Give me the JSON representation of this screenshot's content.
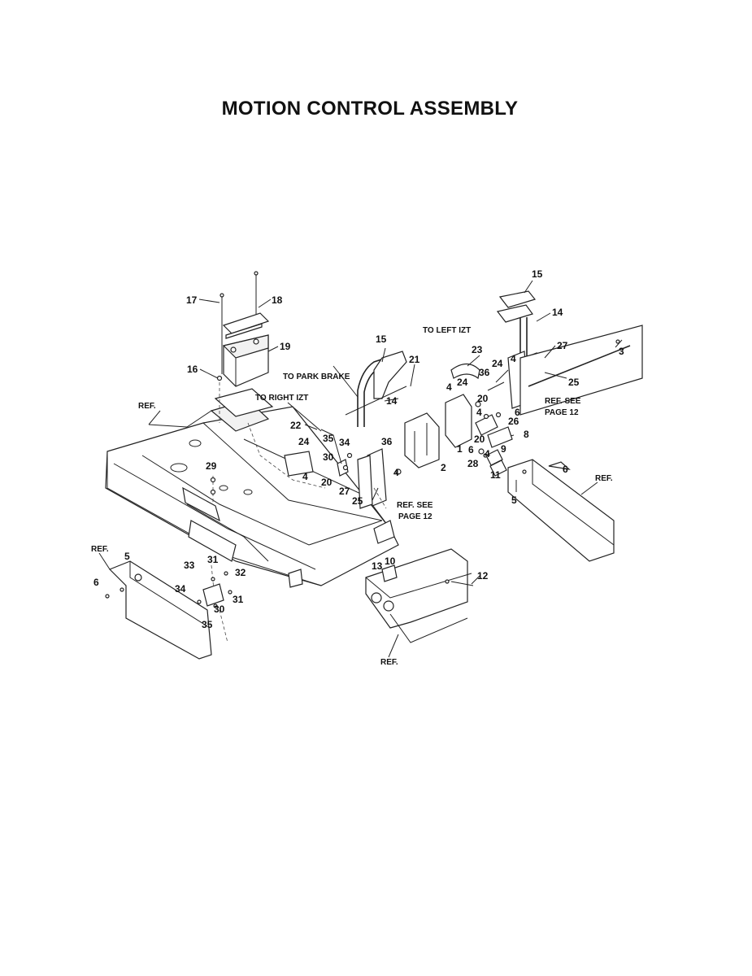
{
  "title": "MOTION CONTROL ASSEMBLY",
  "notes": {
    "to_left_izt": "TO LEFT IZT",
    "to_park_brake": "TO PARK BRAKE",
    "to_right_izt": "TO RIGHT IZT",
    "ref_see_right_1": "REF. SEE",
    "ref_see_right_2": "PAGE 12",
    "ref_see_center_1": "REF. SEE",
    "ref_see_center_2": "PAGE 12",
    "ref_frame": "REF.",
    "ref_right_arm": "REF.",
    "ref_left_panel": "REF.",
    "ref_bottom_panel": "REF."
  },
  "callouts": {
    "c15a": "15",
    "c14a": "14",
    "c27a": "27",
    "c3": "3",
    "c25a": "25",
    "c23": "23",
    "c24a": "24",
    "c4a": "4",
    "c36a": "36",
    "c24b": "24",
    "c4b": "4",
    "c20a": "20",
    "c6a": "6",
    "c26": "26",
    "c4c": "4",
    "c20b": "20",
    "c8": "8",
    "c1": "1",
    "c6b": "6",
    "c9": "9",
    "c28": "28",
    "c4d": "4",
    "c11": "11",
    "c6c": "6",
    "c5a": "5",
    "c17": "17",
    "c18": "18",
    "c19": "19",
    "c16": "16",
    "c15b": "15",
    "c21": "21",
    "c14b": "14",
    "c22": "22",
    "c35a": "35",
    "c34a": "34",
    "c36b": "36",
    "c24c": "24",
    "c30a": "30",
    "c4e": "4",
    "c20c": "20",
    "c4f": "4",
    "c2": "2",
    "c27b": "27",
    "c25b": "25",
    "c29": "29",
    "c5b": "5",
    "c6d": "6",
    "c33": "33",
    "c31a": "31",
    "c32": "32",
    "c34b": "34",
    "c31b": "31",
    "c30b": "30",
    "c35b": "35",
    "c13": "13",
    "c10": "10",
    "c12": "12"
  }
}
